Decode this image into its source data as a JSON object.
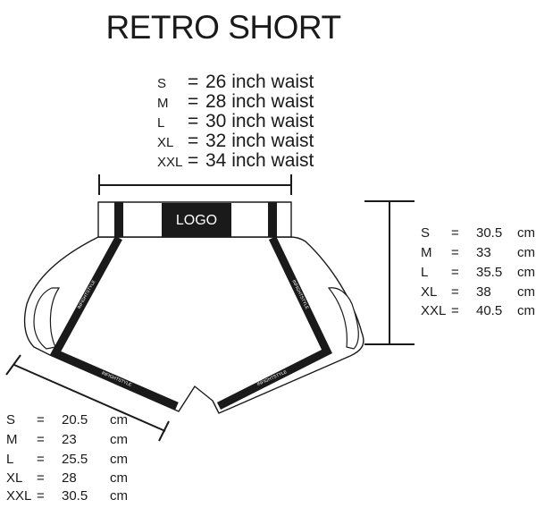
{
  "title": "RETRO SHORT",
  "logo_text": "LOGO",
  "stripe_text": "INFIGHTSTYLE",
  "waist": [
    {
      "size": "S",
      "eq": "=",
      "text": "26 inch waist"
    },
    {
      "size": "M",
      "eq": "=",
      "text": "28 inch waist"
    },
    {
      "size": "L",
      "eq": "=",
      "text": "30 inch waist"
    },
    {
      "size": "XL",
      "eq": "=",
      "text": "32 inch waist"
    },
    {
      "size": "XXL",
      "eq": "=",
      "text": "34 inch waist"
    }
  ],
  "length": [
    {
      "size": "S",
      "eq": "=",
      "value": "30.5",
      "unit": "cm"
    },
    {
      "size": "M",
      "eq": "=",
      "value": "33",
      "unit": "cm"
    },
    {
      "size": "L",
      "eq": "=",
      "value": "35.5",
      "unit": "cm"
    },
    {
      "size": "XL",
      "eq": "=",
      "value": "38",
      "unit": "cm"
    },
    {
      "size": "XXL",
      "eq": "=",
      "value": "40.5",
      "unit": "cm"
    }
  ],
  "leg": [
    {
      "size": "S",
      "eq": "=",
      "value": "20.5",
      "unit": "cm"
    },
    {
      "size": "M",
      "eq": "=",
      "value": "23",
      "unit": "cm"
    },
    {
      "size": "L",
      "eq": "=",
      "value": "25.5",
      "unit": "cm"
    },
    {
      "size": "XL",
      "eq": "=",
      "value": "28",
      "unit": "cm"
    },
    {
      "size": "XXL",
      "eq": "=",
      "value": "30.5",
      "unit": "cm"
    }
  ]
}
